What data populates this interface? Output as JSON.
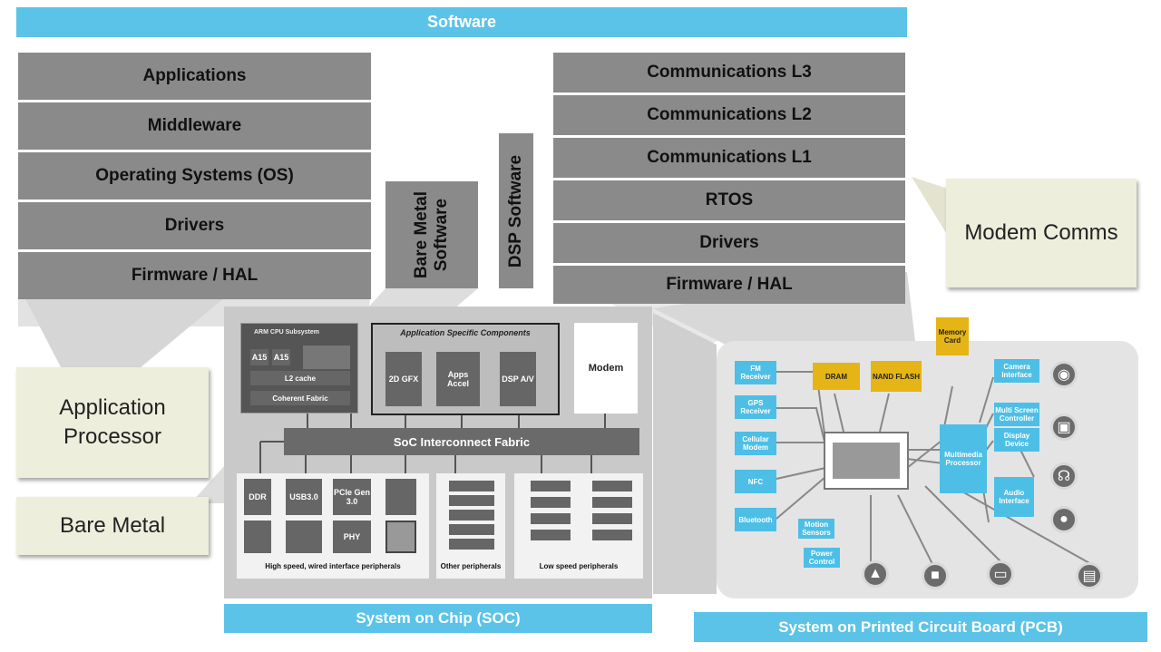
{
  "software": {
    "title": "Software"
  },
  "app_stack": {
    "layers": [
      "Applications",
      "Middleware",
      "Operating Systems (OS)",
      "Drivers",
      "Firmware / HAL"
    ]
  },
  "bare_metal": {
    "label": "Bare Metal Software"
  },
  "dsp": {
    "label": "DSP Software"
  },
  "modem_stack": {
    "layers": [
      "Communications L3",
      "Communications L2",
      "Communications L1",
      "RTOS",
      "Drivers",
      "Firmware / HAL"
    ]
  },
  "callouts": {
    "application_processor": "Application Processor",
    "bare_metal": "Bare Metal",
    "modem_comms": "Modem Comms"
  },
  "soc": {
    "arm_cpu": "ARM CPU Subsystem",
    "l2_cache": "L2 cache",
    "coherent_fabric": "Coherent Fabric",
    "asc_title": "Application Specific Components",
    "asc_blocks": [
      "2D GFX",
      "Apps Accel",
      "DSP A/V"
    ],
    "modem": "Modem",
    "fabric": "SoC Interconnect Fabric",
    "io_blocks": [
      "DDR",
      "USB3.0",
      "PCIe Gen 3.0",
      "PHY"
    ],
    "captions": [
      "High speed, wired interface peripherals",
      "Other peripherals",
      "Low speed peripherals"
    ],
    "title": "System on Chip (SOC)"
  },
  "pcb": {
    "left_blocks": [
      "FM Receiver",
      "GPS Receiver",
      "Cellular Modem",
      "NFC",
      "Bluetooth"
    ],
    "yellow_blocks": [
      "DRAM",
      "NAND FLASH",
      "Memory Card"
    ],
    "right_blocks": [
      "Camera Interface",
      "Multi Screen Controller",
      "Display Device",
      "Audio Interface"
    ],
    "multimedia": "Multimedia Processor",
    "motion": "Motion Sensors",
    "power": "Power Control",
    "title": "System on Printed Circuit Board (PCB)"
  }
}
